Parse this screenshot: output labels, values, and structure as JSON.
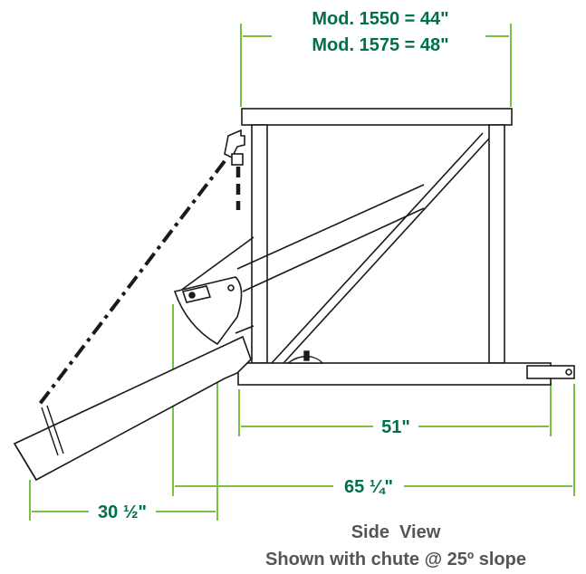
{
  "dimensions": {
    "top_width_line1": "Mod. 1550 = 44\"",
    "top_width_line2": "Mod. 1575 = 48\"",
    "base_length": "51\"",
    "overall_length": "65 ¼\"",
    "chute_length": "30 ½\""
  },
  "caption": {
    "line1": "Side  View",
    "line2": "Shown with chute @ 25º slope"
  },
  "colors": {
    "dimension_line": "#7ac143",
    "dimension_text": "#00704a",
    "outline": "#1a1a1a",
    "caption": "#555555"
  }
}
